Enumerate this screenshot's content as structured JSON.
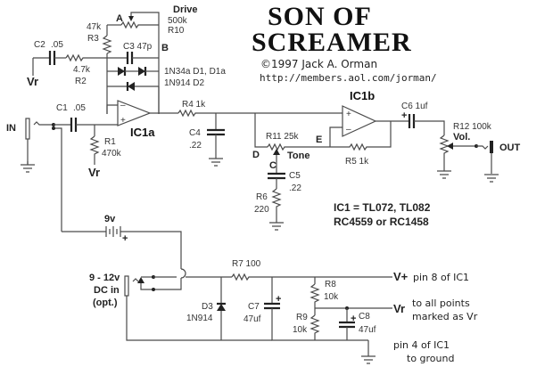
{
  "title": {
    "line1": "SON OF",
    "line2": "SCREAMER"
  },
  "copyright": "©1997 Jack A. Orman",
  "url": "http://members.aol.com/jorman/",
  "components": {
    "drive": {
      "name": "Drive",
      "value": "500k",
      "ref": "R10"
    },
    "r3": {
      "value": "47k",
      "ref": "R3"
    },
    "c3": {
      "label": "C3 47p"
    },
    "c2": {
      "ref": "C2",
      "value": ".05"
    },
    "r2": {
      "value": "4.7k",
      "ref": "R2"
    },
    "d1": {
      "label": "1N34a  D1, D1a"
    },
    "d2": {
      "label": "1N914  D2"
    },
    "c1": {
      "ref": "C1",
      "value": ".05"
    },
    "r1": {
      "ref": "R1",
      "value": "470k"
    },
    "ic1a": "IC1a",
    "ic1b": "IC1b",
    "r4": {
      "label": "R4  1k"
    },
    "c4": {
      "ref": "C4",
      "value": ".22"
    },
    "r11": {
      "label": "R11  25k"
    },
    "tone": "Tone",
    "c5": {
      "ref": "C5",
      "value": ".22"
    },
    "r6": {
      "ref": "R6",
      "value": "220"
    },
    "r5": {
      "label": "R5  1k"
    },
    "c6": {
      "label": "C6  1uf"
    },
    "r12": {
      "label": "R12  100k",
      "name": "Vol."
    },
    "battery": "9v",
    "r7": {
      "label": "R7  100"
    },
    "d3": {
      "ref": "D3",
      "value": "1N914"
    },
    "c7": {
      "ref": "C7",
      "value": "47uf"
    },
    "r8": {
      "ref": "R8",
      "value": "10k"
    },
    "r9": {
      "ref": "R9",
      "value": "10k"
    },
    "c8": {
      "ref": "C8",
      "value": "47uf"
    }
  },
  "nodes": {
    "a": "A",
    "b": "B",
    "c": "C",
    "d": "D",
    "e": "E"
  },
  "io": {
    "in": "IN",
    "out": "OUT",
    "vr": "Vr",
    "vplus": "V+",
    "dc_line1": "9 - 12v",
    "dc_line2": "DC in",
    "dc_line3": "(opt.)"
  },
  "polarity": {
    "plus": "+",
    "minus": "–"
  },
  "notes": {
    "ic_line1": "IC1 = TL072, TL082",
    "ic_line2": "RC4559 or RC1458",
    "vplus_note": "pin 8 of IC1",
    "vr_note1": "to all points",
    "vr_note2": "marked as Vr",
    "gnd_note1": "pin 4 of IC1",
    "gnd_note2": "to ground"
  }
}
